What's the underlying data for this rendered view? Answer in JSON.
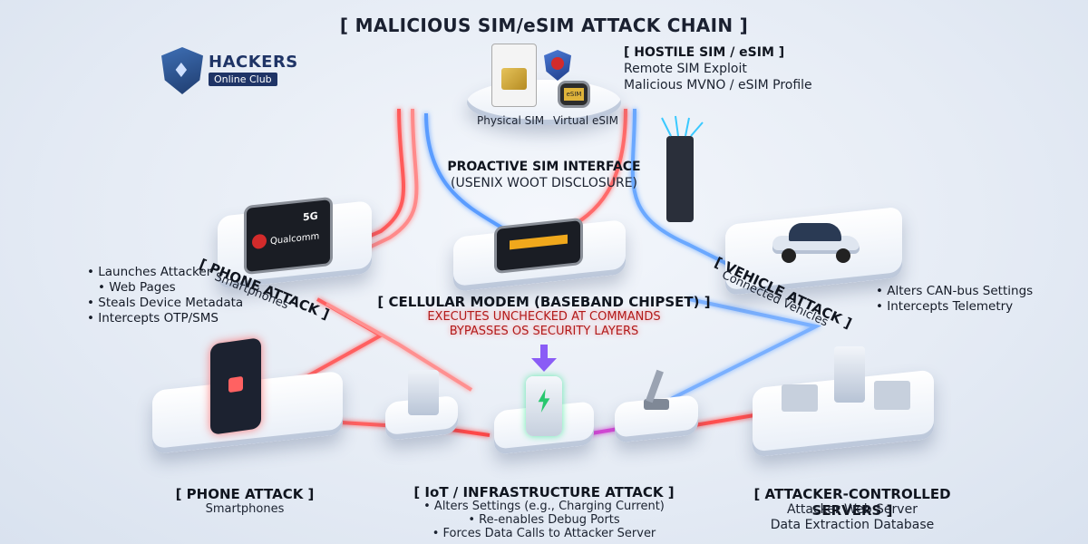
{
  "title": "[ MALICIOUS SIM/eSIM ATTACK CHAIN ]",
  "logo": {
    "name": "HACKERS",
    "sub": "Online Club"
  },
  "hostile": {
    "heading": "[ HOSTILE SIM / eSIM ]",
    "lines": [
      "Remote SIM Exploit",
      "Malicious MVNO / eSIM Profile"
    ],
    "physical": "Physical SIM",
    "virtual": "Virtual eSIM",
    "esim_chip": "eSIM"
  },
  "proactive": {
    "line1": "PROACTIVE SIM INTERFACE",
    "line2": "(USENIX WOOT DISCLOSURE)"
  },
  "phone_chip": {
    "brand": "Qualcomm",
    "badge": "5G"
  },
  "phone_top": {
    "heading": "[ PHONE ATTACK ]",
    "sub": "Smartphones",
    "bullets": [
      "Launches Attacker",
      "Web Pages",
      "Steals Device Metadata",
      "Intercepts OTP/SMS"
    ]
  },
  "modem": {
    "heading": "[ CELLULAR MODEM (BASEBAND CHIPSET) ]",
    "line1": "EXECUTES UNCHECKED AT COMMANDS",
    "line2": "BYPASSES OS SECURITY LAYERS"
  },
  "vehicle": {
    "heading": "[ VEHICLE ATTACK ]",
    "sub": "Connected Vehicles",
    "bullets": [
      "Alters CAN-bus Settings",
      "Intercepts Telemetry"
    ]
  },
  "phone_bottom": {
    "heading": "[ PHONE ATTACK ]",
    "sub": "Smartphones"
  },
  "iot": {
    "heading": "[ IoT / INFRASTRUCTURE ATTACK ]",
    "bullets": [
      "Alters Settings (e.g., Charging Current)",
      "Re-enables Debug Ports",
      "Forces Data Calls to Attacker Server"
    ]
  },
  "servers": {
    "heading": "[ ATTACKER-CONTROLLED SERVERS ]",
    "lines": [
      "Attacker Web Server",
      "Data Extraction Database"
    ]
  },
  "colors": {
    "red": "#ff4a4a",
    "blue": "#4a8cff",
    "accent": "#f0a81c",
    "purple": "#8a5cf6"
  },
  "icons": [
    "lock-icon",
    "server-icon",
    "ev-charger-icon",
    "robot-arm-icon",
    "car-icon",
    "factory-icon",
    "chip-icon",
    "sim-card-icon",
    "shield-icon"
  ]
}
